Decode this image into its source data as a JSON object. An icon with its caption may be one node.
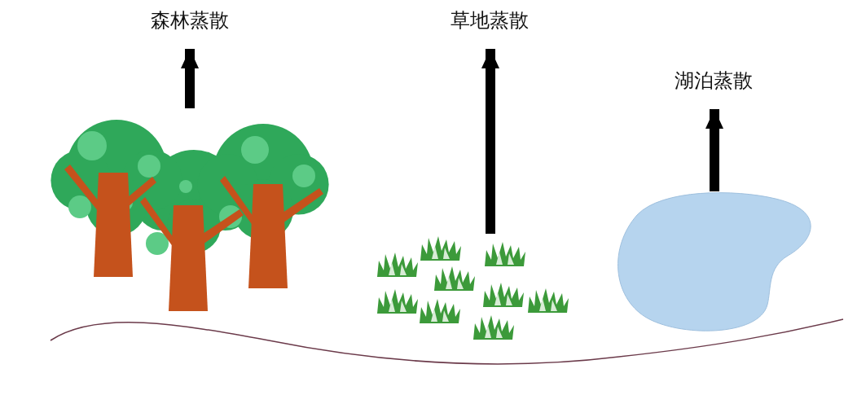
{
  "diagram": {
    "nodes": [
      {
        "text": [
          "森林蒸散"
        ]
      },
      {
        "text": [
          "草地蒸散"
        ]
      },
      {
        "text": [
          "湖泊蒸散"
        ]
      },
      {
        "text": [],
        "shape": "picture"
      },
      {
        "text": [],
        "shape": "picture"
      },
      {
        "text": [],
        "shape": "picture"
      }
    ],
    "edges": [
      {
        "from": 3,
        "to": 0,
        "arrow": "to"
      },
      {
        "from": 4,
        "to": 1,
        "arrow": "to"
      },
      {
        "from": 5,
        "to": 2,
        "arrow": "to"
      }
    ]
  }
}
